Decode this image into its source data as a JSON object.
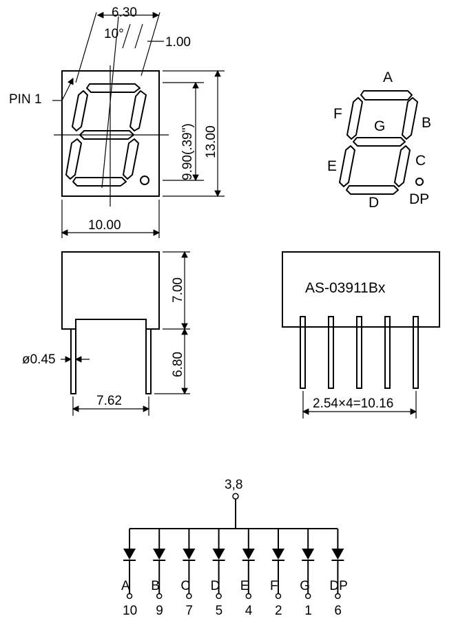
{
  "front_view": {
    "dim_top": "6.30",
    "dim_angle": "10°",
    "dim_seg_width": "1.00",
    "dim_char_height": "9.90(.39\")",
    "dim_total_height": "13.00",
    "dim_width": "10.00",
    "pin1_label": "PIN 1"
  },
  "segment_map": {
    "a": "A",
    "b": "B",
    "c": "C",
    "d": "D",
    "e": "E",
    "f": "F",
    "g": "G",
    "dp": "DP"
  },
  "side_view": {
    "dim_body_height": "7.00",
    "dim_lead_length": "6.80",
    "dim_lead_dia": "ø0.45",
    "dim_row_spacing": "7.62"
  },
  "bottom_view": {
    "part_number": "AS-03911Bx",
    "dim_pitch": "2.54×4=10.16"
  },
  "schematic": {
    "common_pins": "3,8",
    "segments": [
      {
        "seg": "A",
        "pin": "10"
      },
      {
        "seg": "B",
        "pin": "9"
      },
      {
        "seg": "C",
        "pin": "7"
      },
      {
        "seg": "D",
        "pin": "5"
      },
      {
        "seg": "E",
        "pin": "4"
      },
      {
        "seg": "F",
        "pin": "2"
      },
      {
        "seg": "G",
        "pin": "1"
      },
      {
        "seg": "DP",
        "pin": "6"
      }
    ]
  }
}
